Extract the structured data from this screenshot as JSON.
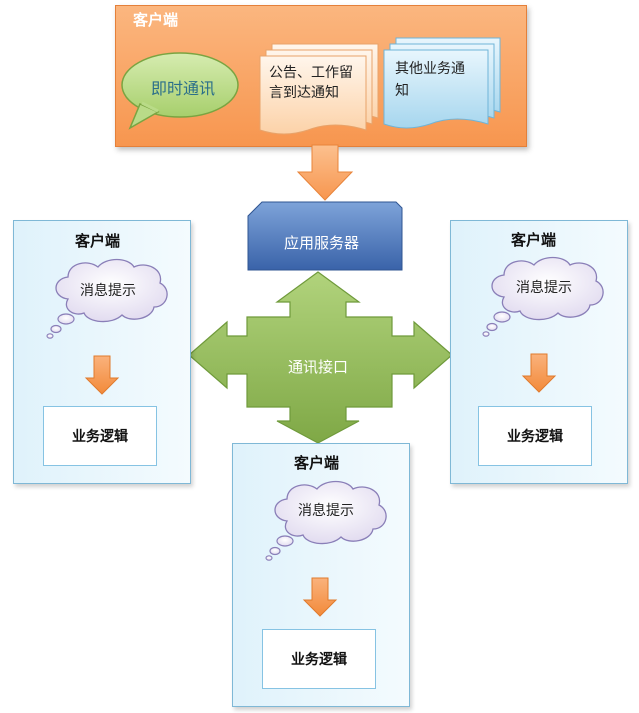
{
  "top_client": {
    "title": "客户端",
    "chat_bubble": "即时通讯",
    "notice_doc_line1": "公告、工作留",
    "notice_doc_line2": "言到达通知",
    "other_doc_line1": "其他业务通",
    "other_doc_line2": "知"
  },
  "app_server": {
    "label": "应用服务器"
  },
  "comm_interface": {
    "label": "通讯接口"
  },
  "clients": [
    {
      "title": "客户端",
      "cloud": "消息提示",
      "logic": "业务逻辑"
    },
    {
      "title": "客户端",
      "cloud": "消息提示",
      "logic": "业务逻辑"
    },
    {
      "title": "客户端",
      "cloud": "消息提示",
      "logic": "业务逻辑"
    }
  ],
  "colors": {
    "orange": "#f7964f",
    "server_blue": "#4673b8",
    "green": "#8cb454",
    "panel_blue": "#dff2fb",
    "small_arrow": "#f79646"
  }
}
